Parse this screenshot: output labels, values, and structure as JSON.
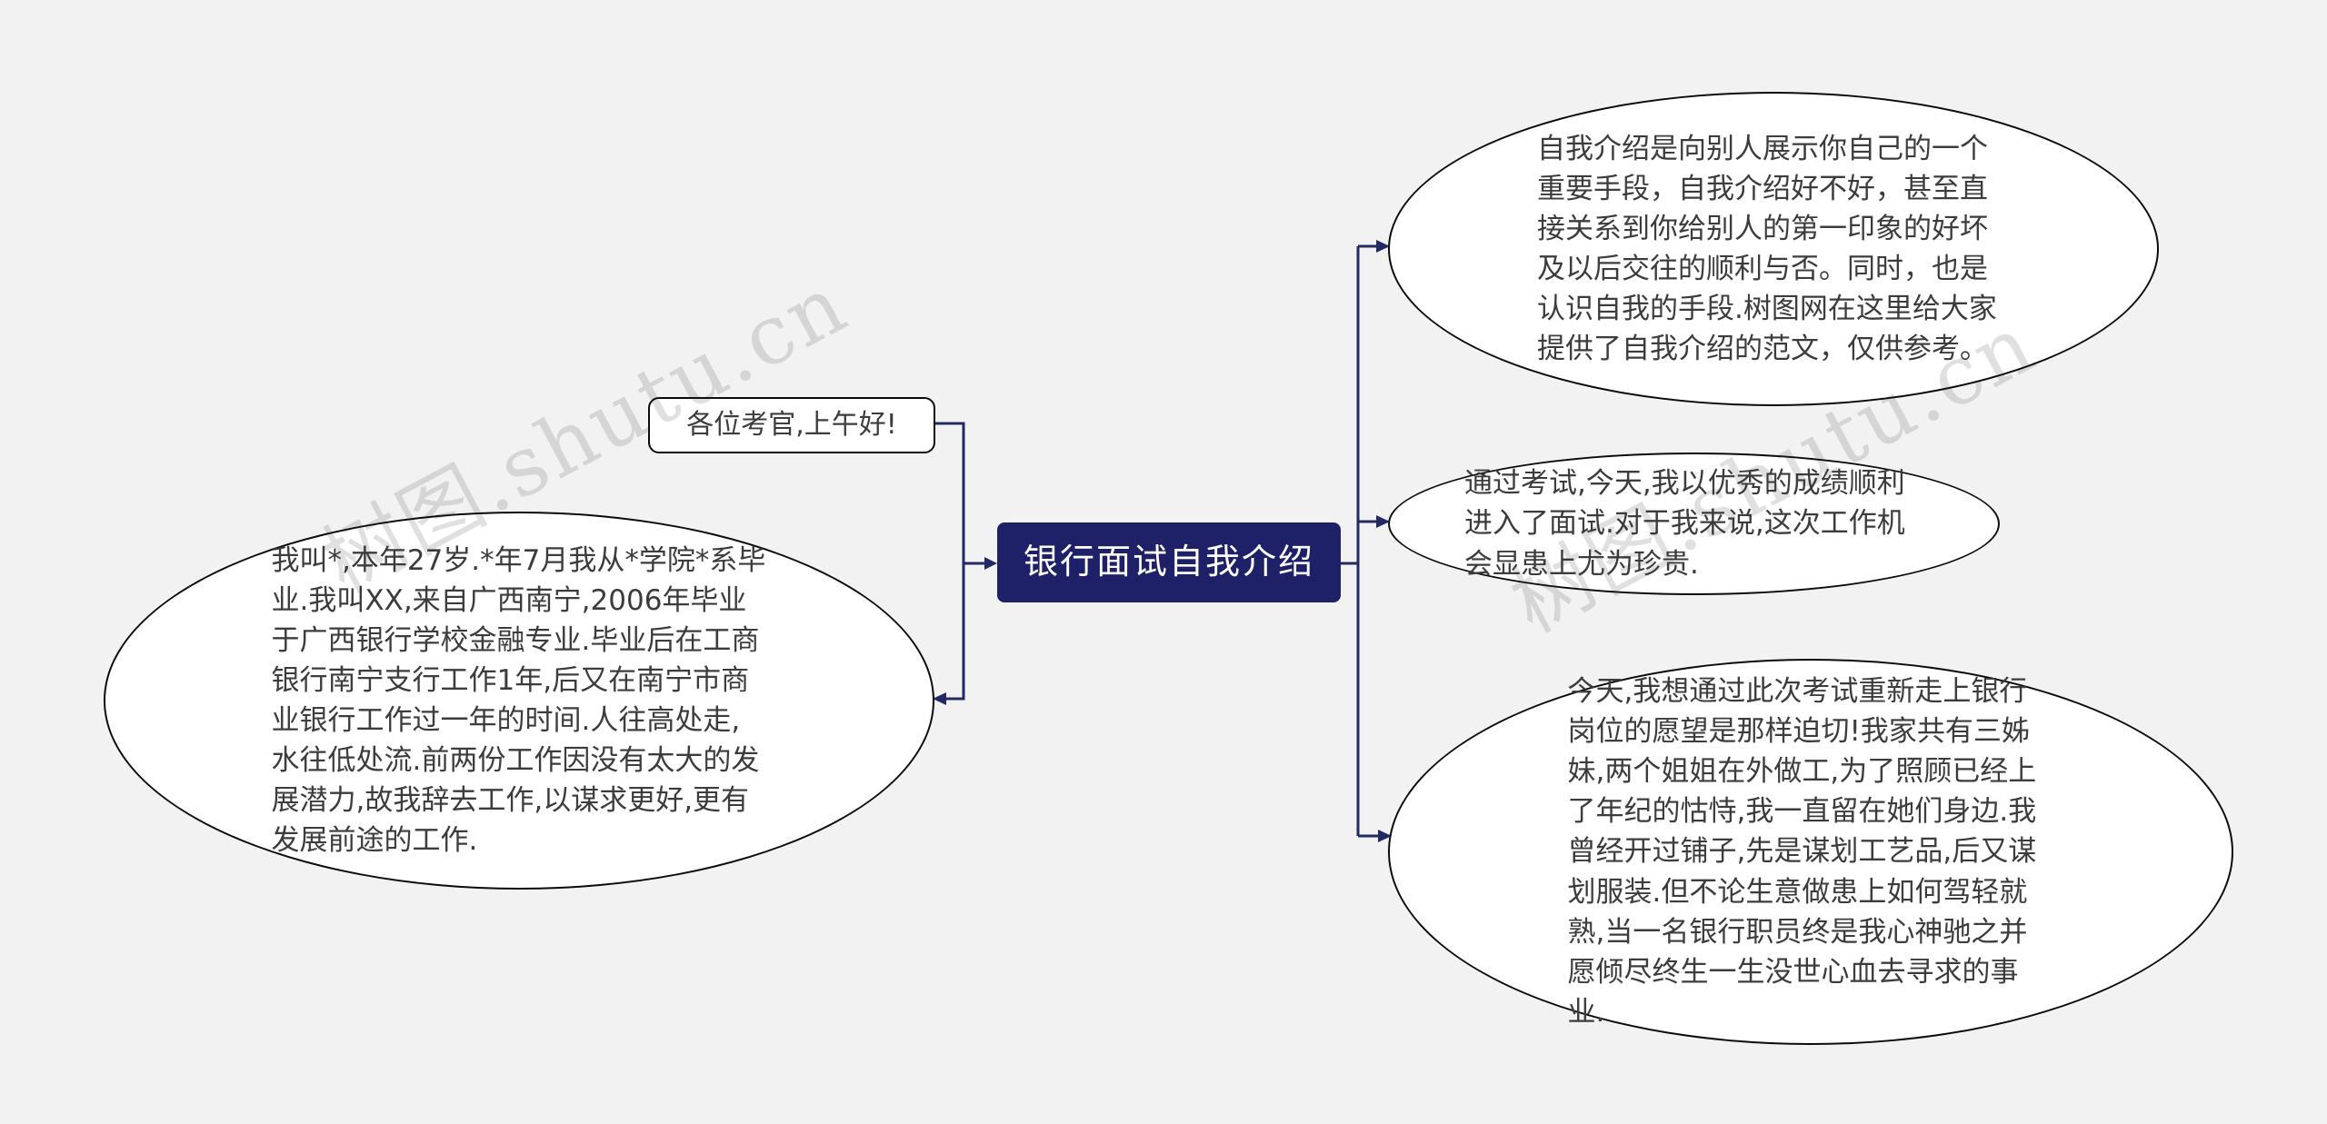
{
  "page": {
    "background": "#f2f2f2",
    "watermark": "树图.shutu.cn"
  },
  "mindmap": {
    "root": {
      "label": "银行面试自我介绍",
      "bg": "#1e2168",
      "text_color": "#ffffff"
    },
    "nodes": {
      "greeting": {
        "text": "各位考官,上午好!"
      },
      "left_intro": {
        "text": "我叫*,本年27岁.*年7月我从*学院*系毕业.我叫XX,来自广西南宁,2006年毕业于广西银行学校金融专业.毕业后在工商银行南宁支行工作1年,后又在南宁市商业银行工作过一年的时间.人往高处走,水往低处流.前两份工作因没有太大的发展潜力,故我辞去工作,以谋求更好,更有发展前途的工作."
      },
      "right_top": {
        "text": "自我介绍是向别人展示你自己的一个重要手段，自我介绍好不好，甚至直接关系到你给别人的第一印象的好坏及以后交往的顺利与否。同时，也是认识自我的手段.树图网在这里给大家提供了自我介绍的范文，仅供参考。"
      },
      "right_middle": {
        "text": "通过考试,今天,我以优秀的成绩顺利进入了面试.对于我来说,这次工作机会显患上尤为珍贵."
      },
      "right_bottom": {
        "text": "今天,我想通过此次考试重新走上银行岗位的愿望是那样迫切!我家共有三姊妹,两个姐姐在外做工,为了照顾已经上了年纪的怙恃,我一直留在她们身边.我曾经开过铺子,先是谋划工艺品,后又谋划服装.但不论生意做患上如何驾轻就熟,当一名银行职员终是我心神驰之并愿倾尽终生一生没世心血去寻求的事业."
      }
    },
    "colors": {
      "connector_line": "#232a63",
      "node_border": "#0b0b0b",
      "node_fill": "#ffffff",
      "body_text": "#3c3c3c"
    }
  }
}
